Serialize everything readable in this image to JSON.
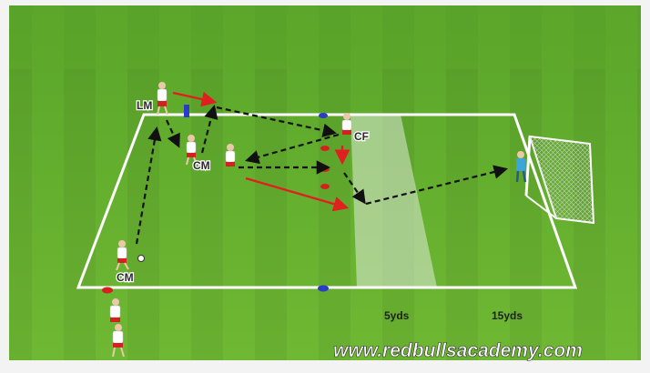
{
  "diagram": {
    "colors": {
      "grass_light": "#7cc23c",
      "grass_dark": "#4f9a24",
      "pitch_line": "#ffffff",
      "pass_arrow": "#111111",
      "run_arrow": "#e01f1f",
      "zone_highlight": "#dfe9d8",
      "cone_red": "#d42020",
      "cone_blue": "#2a3cc8"
    },
    "players": [
      {
        "id": "lm",
        "label": "LM"
      },
      {
        "id": "cm1",
        "label": "CM"
      },
      {
        "id": "cf",
        "label": "CF"
      },
      {
        "id": "cm2",
        "label": "CM"
      }
    ],
    "distances": {
      "zone": "5yds",
      "goal": "15yds"
    },
    "website": "www.redbullsacademy.com"
  }
}
